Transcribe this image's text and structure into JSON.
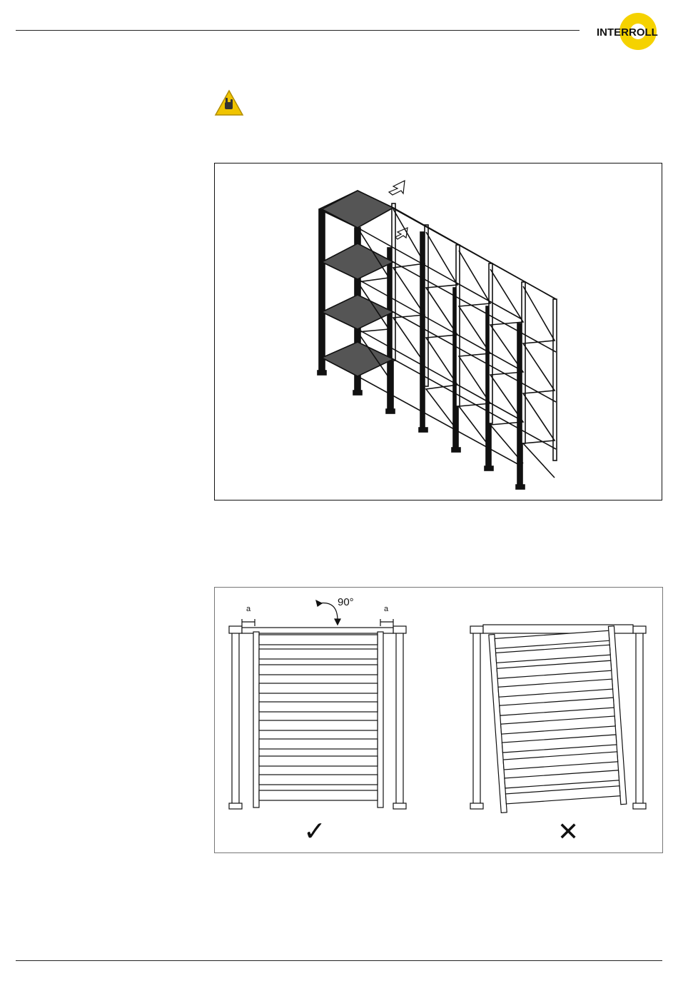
{
  "header": {
    "brand": "INTERROLL",
    "logo_color": "#f5d200"
  },
  "notice": {
    "icon": "attention-hand-icon",
    "color": "#f0c400"
  },
  "figure2": {
    "angle_label": "90°",
    "gap_label_left": "a",
    "gap_label_right": "a",
    "correct_mark": "✓",
    "wrong_mark": "✕"
  }
}
